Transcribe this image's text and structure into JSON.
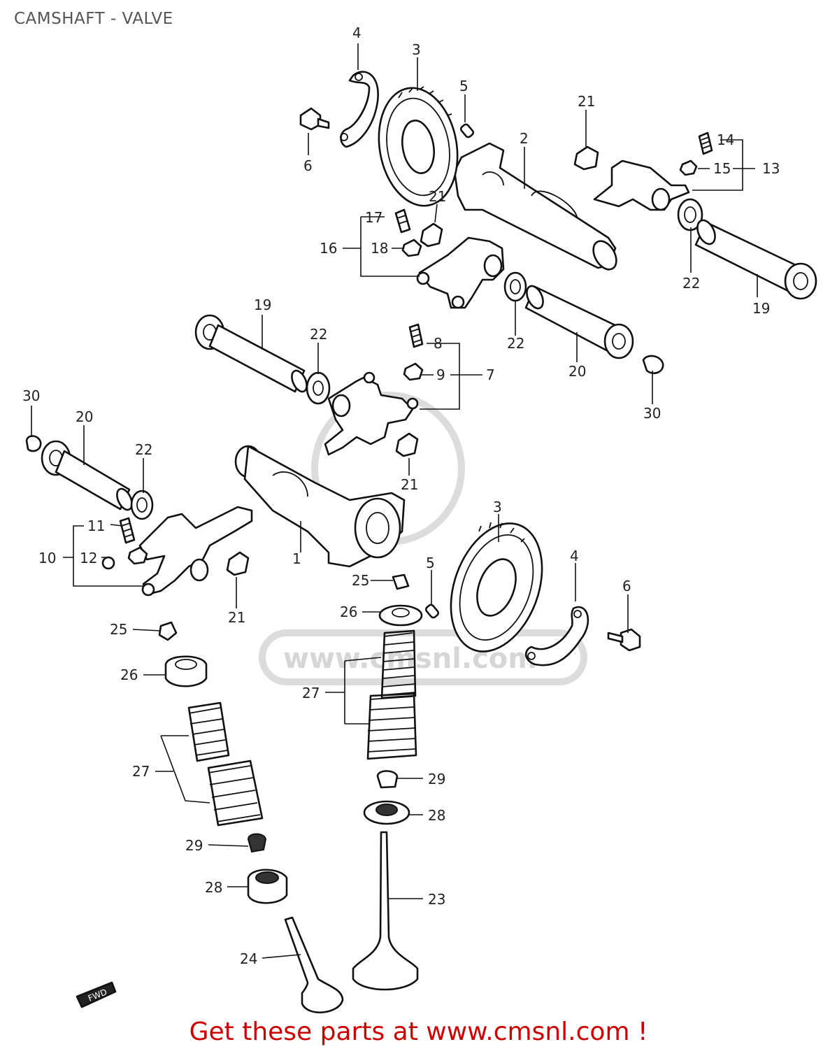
{
  "page": {
    "title": "CAMSHAFT - VALVE",
    "footer": "Get these parts at www.cmsnl.com !",
    "watermark_text": "www.cmsnl.com"
  },
  "callouts": {
    "c1": "1",
    "c2": "2",
    "c3a": "3",
    "c3b": "3",
    "c4a": "4",
    "c4b": "4",
    "c5a": "5",
    "c5b": "5",
    "c6a": "6",
    "c6b": "6",
    "c7": "7",
    "c8": "8",
    "c9": "9",
    "c10": "10",
    "c11": "11",
    "c12": "12",
    "c13": "13",
    "c14": "14",
    "c15": "15",
    "c16": "16",
    "c17": "17",
    "c18": "18",
    "c19a": "19",
    "c19b": "19",
    "c20a": "20",
    "c20b": "20",
    "c21a": "21",
    "c21b": "21",
    "c21c": "21",
    "c21d": "21",
    "c22a": "22",
    "c22b": "22",
    "c22c": "22",
    "c22d": "22",
    "c23": "23",
    "c24": "24",
    "c25a": "25",
    "c25b": "25",
    "c26a": "26",
    "c26b": "26",
    "c27a": "27",
    "c27b": "27",
    "c28a": "28",
    "c28b": "28",
    "c29a": "29",
    "c29b": "29",
    "c30a": "30",
    "c30b": "30"
  },
  "fwd_label": "FWD"
}
